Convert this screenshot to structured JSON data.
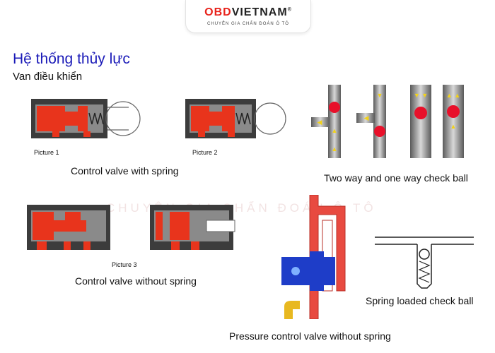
{
  "header": {
    "logo_part1": "OBD",
    "logo_part2": "VIETNAM",
    "logo_sub": "CHUYÊN GIA CHẨN ĐOÁN Ô TÔ",
    "logo_mark": "®"
  },
  "watermark": {
    "text": "CHUYÊN GIA CHẨN ĐOÁN Ô TÔ"
  },
  "slide": {
    "title": "Hệ thống thủy lực",
    "subtitle": "Van điều khiển"
  },
  "labels": {
    "picture1": "Picture 1",
    "picture2": "Picture 2",
    "picture3": "Picture 3",
    "caption_spring": "Control valve with spring",
    "caption_check_ball": "Two way and one way check ball",
    "caption_no_spring": "Control valve without spring",
    "caption_spring_loaded": "Spring loaded check ball",
    "caption_pressure": "Pressure control valve without spring"
  },
  "colors": {
    "title": "#1b1bb8",
    "valve_red": "#e8341c",
    "body_gray": "#8a8a8a",
    "dark_gray": "#3c3c3c",
    "ball_red": "#e8102a",
    "arrow_yellow": "#f2d21a",
    "pipe_red": "#e84a40",
    "plunger_blue": "#1e3dc8",
    "pipe_yellow": "#e8b820",
    "logo_red": "#e8231c"
  }
}
